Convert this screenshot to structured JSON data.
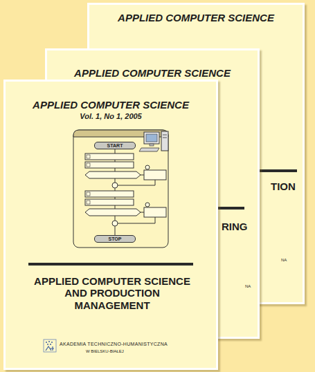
{
  "diagram": {
    "nodes": [
      {
        "text": [
          "APPLIED COMPUTER SCIENCE",
          "TION",
          "NA"
        ]
      },
      {
        "text": [
          "APPLIED COMPUTER SCIENCE",
          "RING",
          "NA"
        ]
      },
      {
        "text": [
          "APPLIED COMPUTER SCIENCE",
          "Vol. 1, No 1, 2005",
          "APPLIED COMPUTER SCIENCE AND PRODUCTION MANAGEMENT",
          "AKADEMIA TECHNICZNO-HUMANISTYCZNA",
          "W BIELSKU-BIAŁEJ"
        ]
      },
      {
        "text": [
          "START"
        ],
        "in": 2
      },
      {
        "text": [
          "STOP"
        ],
        "in": 2
      }
    ]
  }
}
